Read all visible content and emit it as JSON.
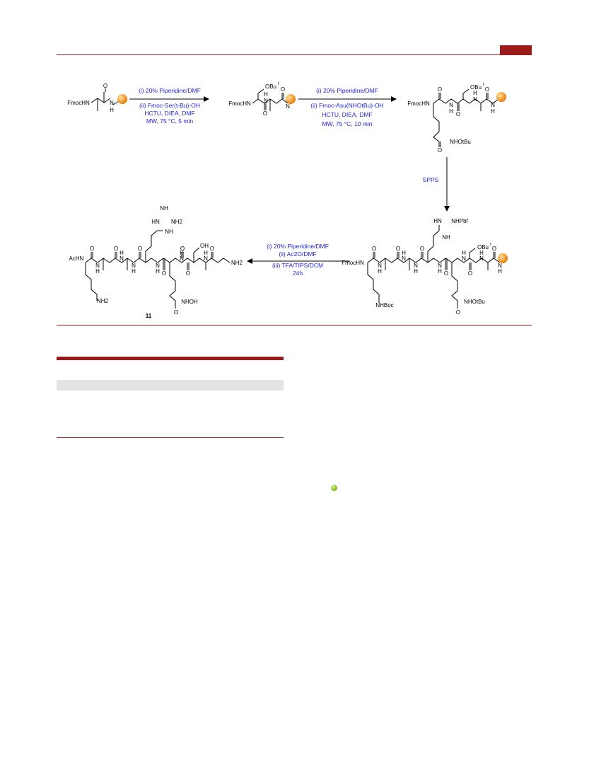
{
  "scheme": {
    "step1": {
      "reagent_i": "(i) 20% Piperidine/DMF",
      "reagent_ii": "(ii) Fmoc-Ser(t-Bu)-OH",
      "reagent_iii": "HCTU, DIEA, DMF",
      "reagent_iv": "MW, 75 °C, 5 min"
    },
    "step2": {
      "reagent_i": "(i) 20% Piperidine/DMF",
      "reagent_ii": "(ii) Fmoc-Asu(NHOtBu)-OH",
      "reagent_iii": "HCTU, DIEA, DMF",
      "reagent_iv": "MW, 75 °C, 10 min"
    },
    "step3": {
      "label": "SPPS"
    },
    "step4": {
      "reagent_i": "(i) 20% Piperidine/DMF",
      "reagent_ii": "(ii) Ac2O/DMF",
      "reagent_iii": "(iii) TFA/TIPS/DCM",
      "reagent_iv": "24h"
    },
    "labels": {
      "fmochn": "FmocHN",
      "acHN": "AcHN",
      "n": "N",
      "h": "H",
      "o": "O",
      "obu": "OBu",
      "obu_sup": "t",
      "nhotbu": "NHOtBu",
      "hn": "HN",
      "nhpbf": "NHPbf",
      "nh": "NH",
      "nh2": "NH2",
      "nhboc": "NHBoc",
      "oh": "OH",
      "nhoh": "NHOH",
      "compound": "11"
    },
    "colors": {
      "reagent_text": "#1f1fd6",
      "accent": "#9b1b1b",
      "resin": "#f0a030"
    }
  }
}
